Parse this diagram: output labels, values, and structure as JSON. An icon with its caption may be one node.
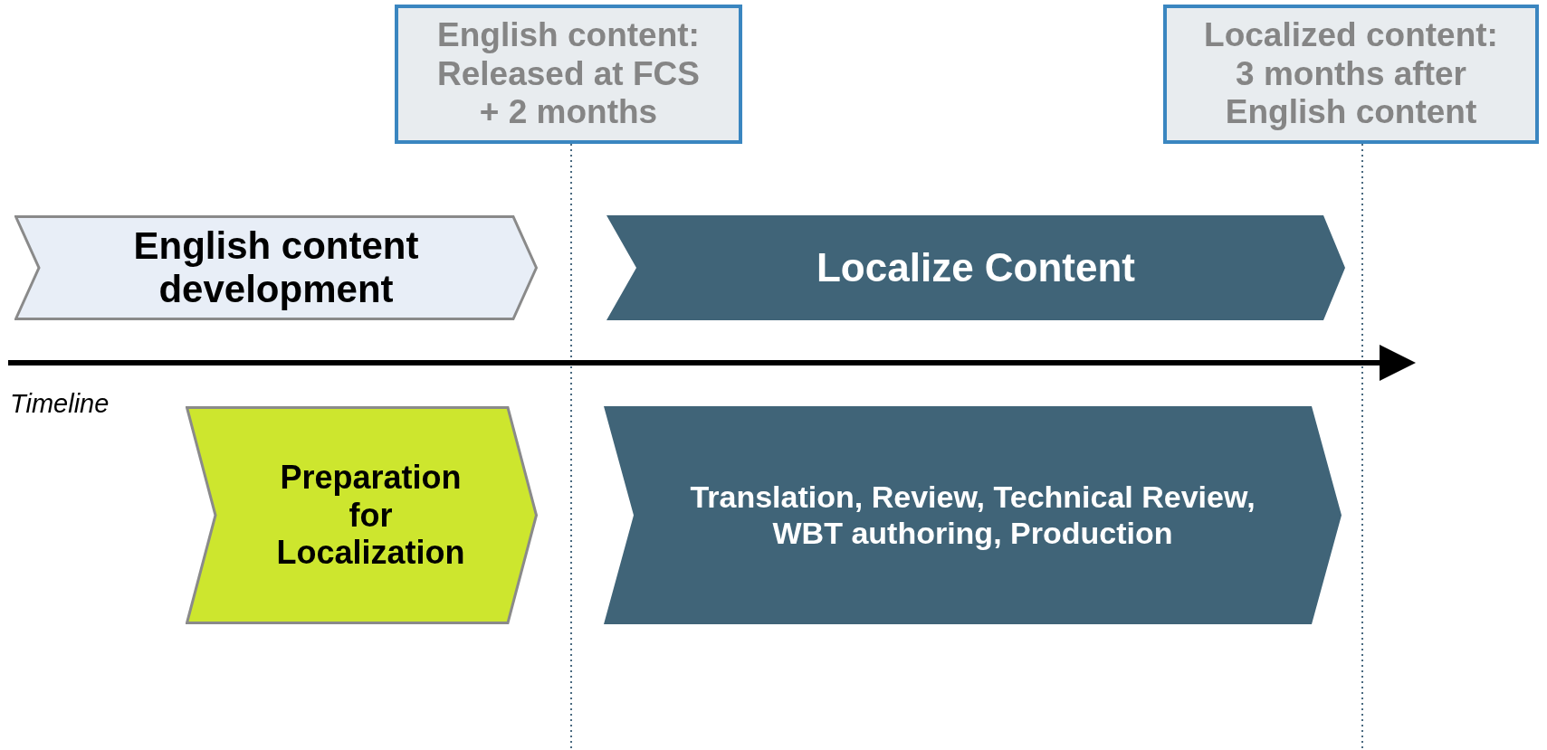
{
  "diagram": {
    "nodes": [
      {
        "text": [
          "English content: Released at FCS + 2 months"
        ]
      },
      {
        "text": [
          "Localized content: 3 months after English content"
        ]
      },
      {
        "text": [
          "English content development"
        ]
      },
      {
        "text": [
          "Localize Content"
        ]
      },
      {
        "text": [
          "Preparation for Localization"
        ]
      },
      {
        "text": [
          "Translation, Review, Technical Review, WBT authoring, Production"
        ]
      }
    ],
    "labels": [
      "Timeline"
    ]
  }
}
